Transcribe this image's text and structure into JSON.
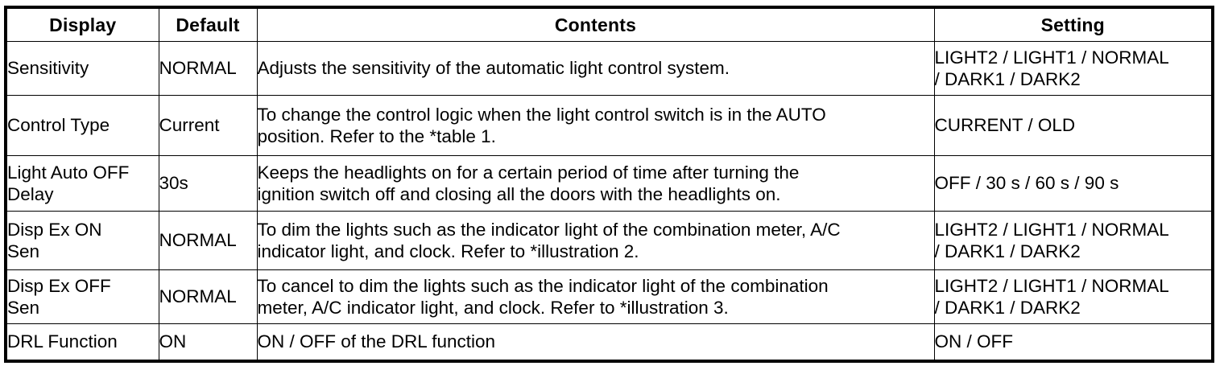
{
  "table": {
    "name": "headlight-customize-settings-table",
    "columns": [
      {
        "key": "display",
        "label": "Display",
        "align": "center"
      },
      {
        "key": "default",
        "label": "Default",
        "align": "center"
      },
      {
        "key": "contents",
        "label": "Contents",
        "align": "center"
      },
      {
        "key": "setting",
        "label": "Setting",
        "align": "center"
      }
    ],
    "rows": [
      {
        "display": "Sensitivity",
        "default": "NORMAL",
        "contents": "Adjusts the sensitivity of the automatic light control system.",
        "setting": "LIGHT2 / LIGHT1 / NORMAL\n/ DARK1 / DARK2"
      },
      {
        "display": "Control Type",
        "default": "Current",
        "contents": "To change the control logic when the light control switch is in the AUTO\nposition. Refer to the *table 1.",
        "setting": "CURRENT / OLD"
      },
      {
        "display": "Light Auto OFF\nDelay",
        "default": "30s",
        "contents": "Keeps the headlights on for a certain period of time after turning the\nignition switch off and closing all the doors with the headlights on.",
        "setting": "OFF / 30 s / 60 s / 90 s"
      },
      {
        "display": "Disp Ex ON\nSen",
        "default": "NORMAL",
        "contents": "To dim the lights such as the indicator light of the combination meter, A/C\nindicator light, and clock. Refer to *illustration 2.",
        "setting": "LIGHT2 / LIGHT1 / NORMAL\n/ DARK1 / DARK2"
      },
      {
        "display": "Disp Ex OFF\nSen",
        "default": "NORMAL",
        "contents": "To cancel to dim the lights such as the indicator light of the combination\nmeter, A/C indicator light, and clock. Refer to *illustration 3.",
        "setting": "LIGHT2 / LIGHT1 / NORMAL\n/ DARK1 / DARK2"
      },
      {
        "display": "DRL Function",
        "default": "ON",
        "contents": "ON / OFF of the DRL function",
        "setting": "ON / OFF"
      }
    ]
  },
  "colors": {
    "border": "#000000",
    "background": "#ffffff",
    "text": "#000000"
  }
}
